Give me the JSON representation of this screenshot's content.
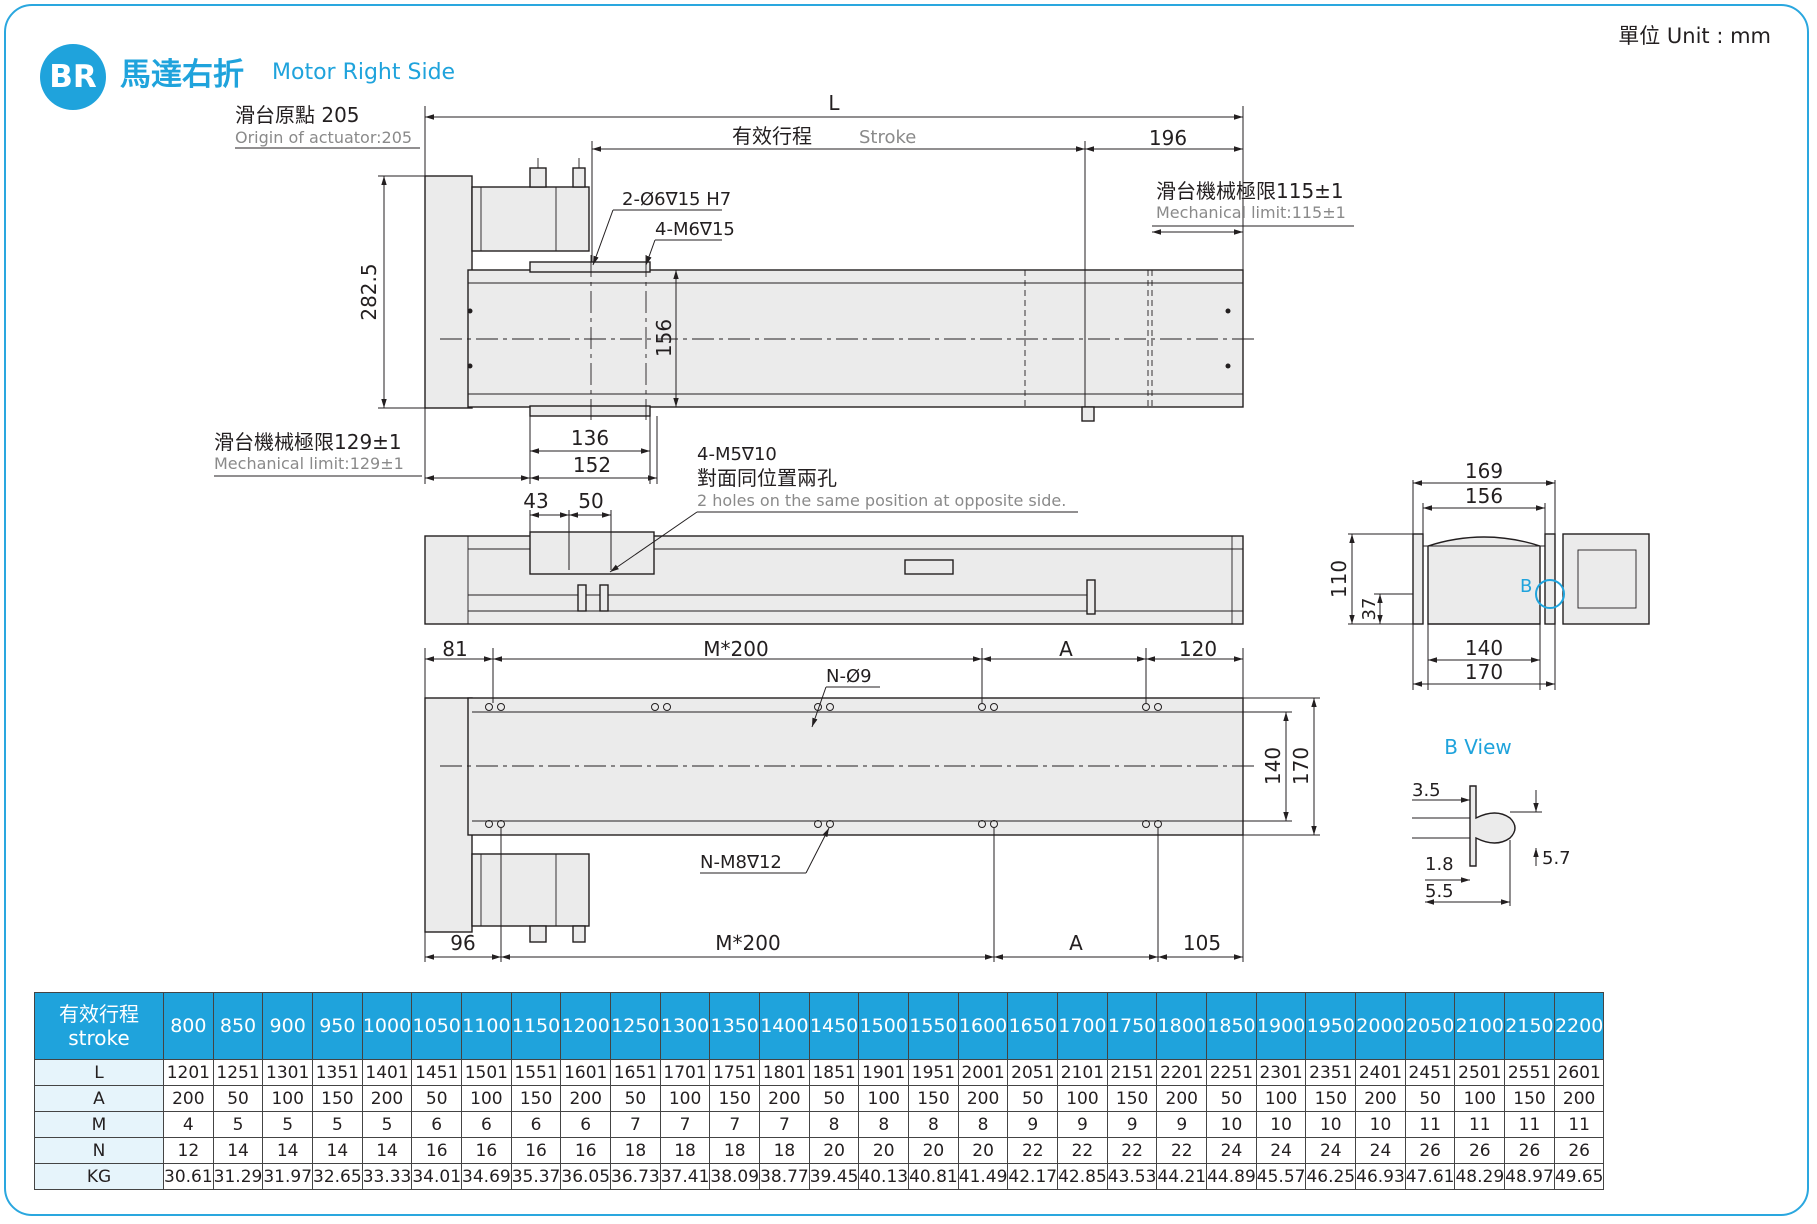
{
  "header": {
    "unit": "單位 Unit : mm",
    "badge": "BR",
    "title_zh": "馬達右折",
    "title_en": "Motor Right Side"
  },
  "side_view": {
    "origin_zh": "滑台原點 205",
    "origin_en": "Origin of actuator:205",
    "L": "L",
    "stroke_zh": "有效行程",
    "stroke_en": "Stroke",
    "dim_196": "196",
    "mech_right_zh": "滑台機械極限115±1",
    "mech_right_en": "Mechanical limit:115±1",
    "hole1": "2-Ø6∇15 H7",
    "hole2": "4-M6∇15",
    "dim_282": "282.5",
    "dim_156": "156",
    "dim_136": "136",
    "dim_152": "152",
    "mech_left_zh": "滑台機械極限129±1",
    "mech_left_en": "Mechanical limit:129±1"
  },
  "front_view": {
    "hole_m5": "4-M5∇10",
    "note_zh": "對面同位置兩孔",
    "note_en": "2 holes on the same position at opposite side.",
    "dim_43": "43",
    "dim_50": "50"
  },
  "top_view": {
    "dim_81": "81",
    "m200_top": "M*200",
    "a_top": "A",
    "dim_120": "120",
    "hole_n9": "N-Ø9",
    "dim_140": "140",
    "dim_170": "170",
    "hole_n8": "N-M8∇12",
    "dim_96": "96",
    "m200_bot": "M*200",
    "a_bot": "A",
    "dim_105": "105"
  },
  "end_view": {
    "dim_169": "169",
    "dim_156": "156",
    "dim_110": "110",
    "dim_37": "37",
    "label_b": "B",
    "dim_140": "140",
    "dim_170": "170"
  },
  "b_view": {
    "title": "B View",
    "dim_35": "3.5",
    "dim_18": "1.8",
    "dim_55": "5.5",
    "dim_57": "5.7"
  },
  "spec_table": {
    "header_zh": "有效行程",
    "header_en": "stroke",
    "strokes": [
      "800",
      "850",
      "900",
      "950",
      "1000",
      "1050",
      "1100",
      "1150",
      "1200",
      "1250",
      "1300",
      "1350",
      "1400",
      "1450",
      "1500",
      "1550",
      "1600",
      "1650",
      "1700",
      "1750",
      "1800",
      "1850",
      "1900",
      "1950",
      "2000",
      "2050",
      "2100",
      "2150",
      "2200"
    ],
    "rows": [
      {
        "label": "L",
        "values": [
          "1201",
          "1251",
          "1301",
          "1351",
          "1401",
          "1451",
          "1501",
          "1551",
          "1601",
          "1651",
          "1701",
          "1751",
          "1801",
          "1851",
          "1901",
          "1951",
          "2001",
          "2051",
          "2101",
          "2151",
          "2201",
          "2251",
          "2301",
          "2351",
          "2401",
          "2451",
          "2501",
          "2551",
          "2601"
        ]
      },
      {
        "label": "A",
        "values": [
          "200",
          "50",
          "100",
          "150",
          "200",
          "50",
          "100",
          "150",
          "200",
          "50",
          "100",
          "150",
          "200",
          "50",
          "100",
          "150",
          "200",
          "50",
          "100",
          "150",
          "200",
          "50",
          "100",
          "150",
          "200",
          "50",
          "100",
          "150",
          "200"
        ]
      },
      {
        "label": "M",
        "values": [
          "4",
          "5",
          "5",
          "5",
          "5",
          "6",
          "6",
          "6",
          "6",
          "7",
          "7",
          "7",
          "7",
          "8",
          "8",
          "8",
          "8",
          "9",
          "9",
          "9",
          "9",
          "10",
          "10",
          "10",
          "10",
          "11",
          "11",
          "11",
          "11"
        ]
      },
      {
        "label": "N",
        "values": [
          "12",
          "14",
          "14",
          "14",
          "14",
          "16",
          "16",
          "16",
          "16",
          "18",
          "18",
          "18",
          "18",
          "20",
          "20",
          "20",
          "20",
          "22",
          "22",
          "22",
          "22",
          "24",
          "24",
          "24",
          "24",
          "26",
          "26",
          "26",
          "26"
        ]
      },
      {
        "label": "KG",
        "values": [
          "30.61",
          "31.29",
          "31.97",
          "32.65",
          "33.33",
          "34.01",
          "34.69",
          "35.37",
          "36.05",
          "36.73",
          "37.41",
          "38.09",
          "38.77",
          "39.45",
          "40.13",
          "40.81",
          "41.49",
          "42.17",
          "42.85",
          "43.53",
          "44.21",
          "44.89",
          "45.57",
          "46.25",
          "46.93",
          "47.61",
          "48.29",
          "48.97",
          "49.65"
        ]
      }
    ]
  }
}
